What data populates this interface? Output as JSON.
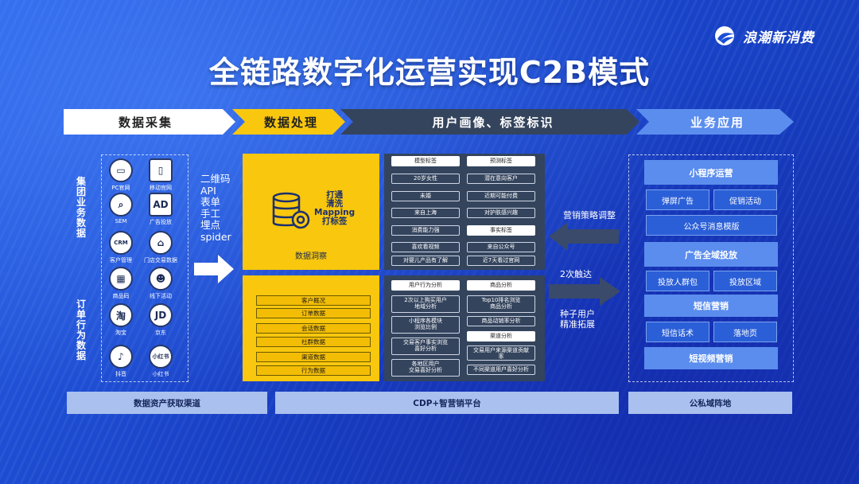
{
  "brand": {
    "logo_text": "浪潮新消费"
  },
  "title": "全链路数字化运营实现C2B模式",
  "stages": [
    "数据采集",
    "数据处理",
    "用户画像、标签标识",
    "业务应用"
  ],
  "left_panel": {
    "vertical_label_top": "集团业务数据",
    "vertical_label_bottom": "订单行为数据",
    "icons": [
      {
        "label": "PC官网",
        "glyph": "▭",
        "icon": "monitor-icon"
      },
      {
        "label": "移动官网",
        "glyph": "▯",
        "icon": "phone-icon"
      },
      {
        "label": "SEM",
        "glyph": "⌕",
        "icon": "magnifier-icon"
      },
      {
        "label": "广告投放",
        "glyph": "AD",
        "icon": "ad-icon"
      },
      {
        "label": "客户管理",
        "glyph": "CRM",
        "icon": "crm-icon"
      },
      {
        "label": "门店交易数据",
        "glyph": "⌂",
        "icon": "store-icon"
      },
      {
        "label": "商品码",
        "glyph": "▦",
        "icon": "qrcode-icon"
      },
      {
        "label": "线下活动",
        "glyph": "☻",
        "icon": "people-icon"
      },
      {
        "label": "淘宝",
        "glyph": "淘",
        "icon": "taobao-icon"
      },
      {
        "label": "京东",
        "glyph": "JD",
        "icon": "jd-icon"
      },
      {
        "label": "抖音",
        "glyph": "♪",
        "icon": "douyin-icon"
      },
      {
        "label": "小红书",
        "glyph": "小红书",
        "icon": "xiaohongshu-icon"
      }
    ]
  },
  "methods": [
    "二维码",
    "API",
    "表单",
    "手工",
    "埋点",
    "spider"
  ],
  "processing": {
    "db_lines": [
      "打通",
      "清洗",
      "Mapping",
      "打标签"
    ],
    "caption": "数据洞察",
    "bars": [
      "客户概况",
      "订单数据",
      "会话数据",
      "社群数据",
      "渠道数据",
      "行为数据"
    ]
  },
  "tags_top": {
    "col1_head": "模型标签",
    "col1": [
      "20岁女性",
      "未婚",
      "来自上海",
      "消费能力强",
      "喜欢看视频",
      "对婴儿产品有了解"
    ],
    "col2_head": "预测标签",
    "col2": [
      "潜在意向客户",
      "近期可能付费",
      "对护肤感兴趣"
    ],
    "col2_head2": "事实标签",
    "col2b": [
      "来自公众号",
      "近7天看过官网"
    ]
  },
  "tags_bottom": {
    "col1_head": "用户行为分析",
    "col1": [
      "2次以上购买用户\n地域分析",
      "小程序各模块\n浏览比例",
      "交易客户事实浏览\n喜好分析",
      "各地区用户\n交易喜好分析"
    ],
    "col2_head": "商品分析",
    "col2": [
      "Top10排名浏览\n商品分析",
      "商品动销率分析"
    ],
    "col2_head2": "渠道分析",
    "col2b": [
      "交易用户来源渠道贡献\n率",
      "不同渠道用户喜好分析"
    ]
  },
  "arrows": {
    "back_label": "营销策略调整",
    "forward_label_1": "2次触达",
    "forward_label_2": "种子用户",
    "forward_label_3": "精准拓展"
  },
  "business": {
    "head1": "小程序运营",
    "row1": [
      "弹屏广告",
      "促销活动"
    ],
    "item_wide": "公众号消息模版",
    "head2": "广告全域投放",
    "row2": [
      "投放人群包",
      "投放区域"
    ],
    "head3": "短信营销",
    "row3": [
      "短信话术",
      "落地页"
    ],
    "head4": "短视频营销"
  },
  "footer": [
    "数据资产获取渠道",
    "CDP+智营销平台",
    "公私域阵地"
  ],
  "colors": {
    "background": "#1a4fd6",
    "yellow": "#f8c70e",
    "dark_panel": "#34445d",
    "light_blue": "#5b8dee",
    "footer": "#aac0ef"
  }
}
